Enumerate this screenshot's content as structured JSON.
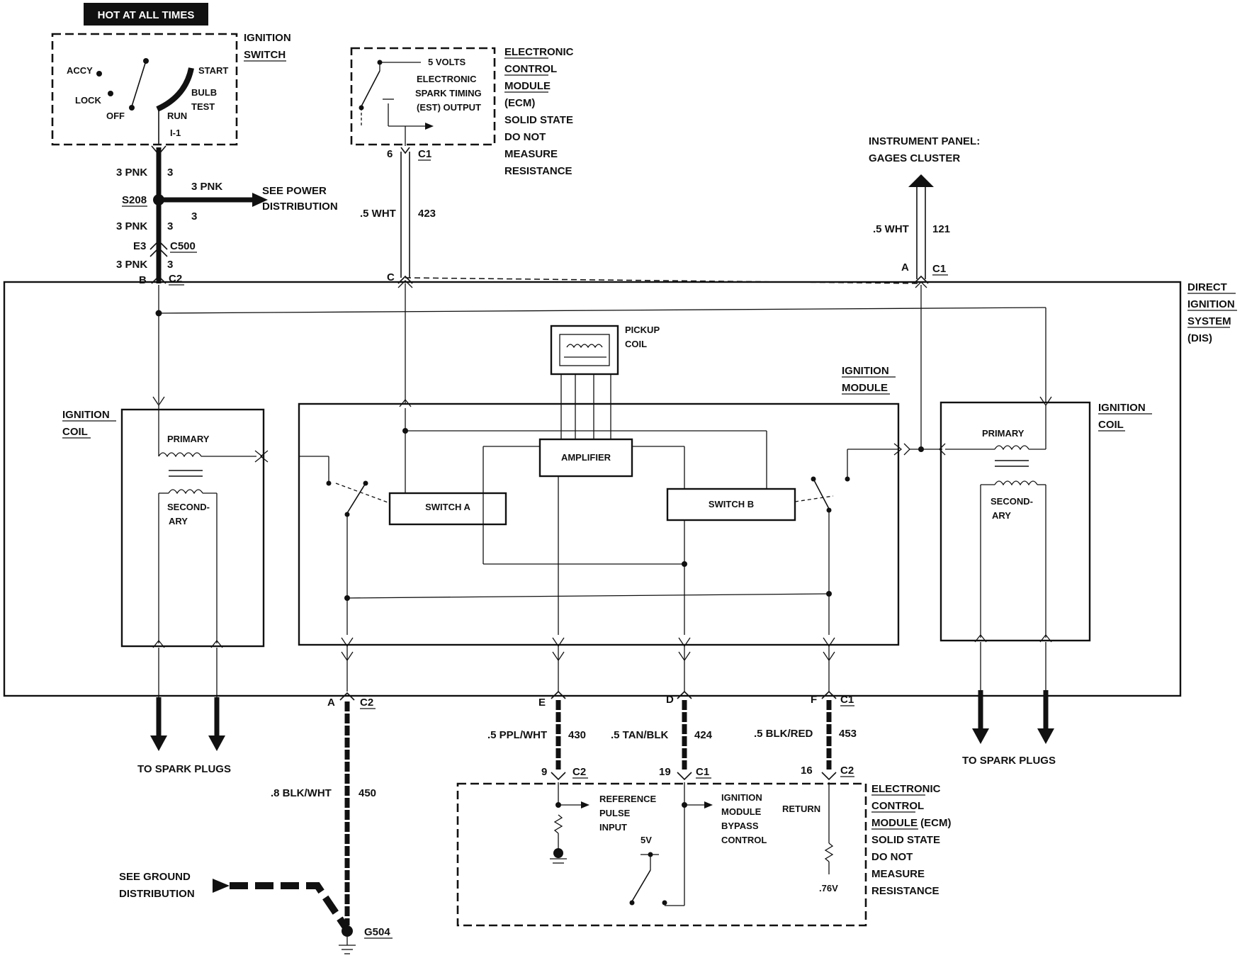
{
  "header_tag": "HOT AT ALL TIMES",
  "ignition_switch": {
    "title_line1": "IGNITION",
    "title_line2": "SWITCH",
    "positions": [
      "ACCY",
      "LOCK",
      "OFF",
      "START",
      "BULB",
      "TEST",
      "RUN"
    ],
    "terminal": "I-1"
  },
  "ecm_top": {
    "title": [
      "ELECTRONIC",
      "CONTROL",
      "MODULE",
      "(ECM)",
      "SOLID STATE",
      "DO NOT",
      "MEASURE",
      "RESISTANCE"
    ],
    "inner": [
      "5 VOLTS",
      "ELECTRONIC",
      "SPARK TIMING",
      "(EST) OUTPUT"
    ],
    "pin": "6",
    "connector": "C1"
  },
  "feed_wire": {
    "upper": {
      "color": "3 PNK",
      "circuit": "3"
    },
    "branch": {
      "color": "3 PNK",
      "circuit": "3"
    },
    "splice": "S208",
    "see_power": [
      "SEE POWER",
      "DISTRIBUTION"
    ],
    "mid": {
      "color": "3 PNK",
      "circuit": "3"
    },
    "c500_pin": "E3",
    "c500": "C500",
    "lower": {
      "color": "3 PNK",
      "circuit": "3"
    },
    "c2_pin": "B",
    "c2": "C2"
  },
  "est_wire": {
    "color": ".5 WHT",
    "circuit": "423",
    "pin": "C"
  },
  "instrument_panel": {
    "title": [
      "INSTRUMENT PANEL:",
      "GAGES CLUSTER"
    ],
    "wire_color": ".5 WHT",
    "circuit": "121",
    "pin": "A",
    "connector": "C1"
  },
  "dis": {
    "title": [
      "DIRECT",
      "IGNITION",
      "SYSTEM",
      "(DIS)"
    ],
    "pickup_coil": [
      "PICKUP",
      "COIL"
    ],
    "ignition_module": [
      "IGNITION",
      "MODULE"
    ],
    "amplifier": "AMPLIFIER",
    "switch_a": "SWITCH A",
    "switch_b": "SWITCH B",
    "left_coil": {
      "title": [
        "IGNITION",
        "COIL"
      ],
      "primary": "PRIMARY",
      "secondary": [
        "SECOND-",
        "ARY"
      ]
    },
    "right_coil": {
      "title": [
        "IGNITION",
        "COIL"
      ],
      "primary": "PRIMARY",
      "secondary": [
        "SECOND-",
        "ARY"
      ]
    }
  },
  "spark_plugs_left": "TO SPARK PLUGS",
  "spark_plugs_right": "TO SPARK PLUGS",
  "ground_wire": {
    "pin": "A",
    "connector": "C2",
    "color": ".8 BLK/WHT",
    "circuit": "450",
    "see_ground": [
      "SEE GROUND",
      "DISTRIBUTION"
    ],
    "ground": "G504"
  },
  "bottom_wires": [
    {
      "pin": "E",
      "color": ".5 PPL/WHT",
      "circuit": "430",
      "ecm_pin": "9",
      "ecm_conn": "C2"
    },
    {
      "pin": "D",
      "color": ".5 TAN/BLK",
      "circuit": "424",
      "ecm_pin": "19",
      "ecm_conn": "C1"
    },
    {
      "pin": "F",
      "color": ".5 BLK/RED",
      "circuit": "453",
      "ecm_pin": "16",
      "ecm_conn": "C2",
      "conn_top": "C1"
    }
  ],
  "ecm_bottom": {
    "title": [
      "ELECTRONIC",
      "CONTROL",
      "MODULE (ECM)",
      "SOLID STATE",
      "DO NOT",
      "MEASURE",
      "RESISTANCE"
    ],
    "reference": [
      "REFERENCE",
      "PULSE",
      "INPUT"
    ],
    "bypass": [
      "IGNITION",
      "MODULE",
      "BYPASS",
      "CONTROL"
    ],
    "return_label": "RETURN",
    "five_v": "5V",
    "voltage": ".76V"
  }
}
